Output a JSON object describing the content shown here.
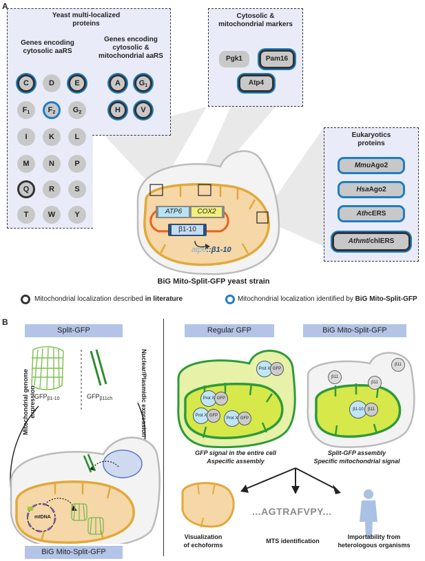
{
  "panel_labels": {
    "a": "A",
    "b": "B"
  },
  "yeast_box": {
    "title_line1": "Yeast multi-localized",
    "title_line2": "proteins",
    "cyto_header_line1": "Genes encoding",
    "cyto_header_line2": "cytosolic aaRS",
    "mito_header_line1": "Genes encoding",
    "mito_header_line2": "cytosolic &",
    "mito_header_line3": "mitochondrial aaRS",
    "cyto_genes": [
      "C",
      "D",
      "E",
      "F",
      "F",
      "G",
      "I",
      "K",
      "L",
      "M",
      "N",
      "P",
      "Q",
      "R",
      "S",
      "T",
      "W",
      "Y"
    ],
    "subscripts": {
      "F1": "1",
      "F2": "2",
      "G2": "2",
      "G1": "1"
    },
    "mito_genes": [
      "A",
      "G",
      "H",
      "V"
    ]
  },
  "markers_box": {
    "title_line1": "Cytosolic &",
    "title_line2": "mitochondrial markers",
    "items": [
      "Pgk1",
      "Pam16",
      "Atp4"
    ]
  },
  "euk_box": {
    "title_line1": "Eukaryotics",
    "title_line2": "proteins",
    "items": [
      {
        "prefix": "Mmu",
        "suffix": "Ago2"
      },
      {
        "prefix": "Hsa",
        "suffix": "Ago2"
      },
      {
        "prefix": "Ath",
        "suffix": "cERS"
      },
      {
        "prefix": "Athmt",
        "suffix": "/chlERS"
      }
    ]
  },
  "strain": {
    "gene1": "ATP6",
    "gene2": "COX2",
    "beta": "β1-10",
    "fusion_prefix": "atp6",
    "fusion_suffix": "::β1-10",
    "caption": "BiG Mito-Split-GFP yeast strain"
  },
  "legend": {
    "lit_text": "Mitochondrial localization described ",
    "lit_bold": "in literature",
    "big_text": "Mitochondrial localization identified by ",
    "big_bold": "BiG Mito-Split-GFP"
  },
  "panel_b_left": {
    "banner_top": "Split-GFP",
    "vertical_left": "Mitochondrial genome expression",
    "vertical_right": "Nuclear/Plasmidic expression",
    "gfp_label_1": "GFP",
    "gfp_sub_1": "β1-10",
    "gfp_label_2": "GFP",
    "gfp_sub_2": "β11ch",
    "mtdna": "mtDNA",
    "banner_bottom": "BiG Mito-Split-GFP"
  },
  "panel_b_right": {
    "banner_regular": "Regular GFP",
    "banner_big": "BiG Mito-Split-GFP",
    "protx": "Prot X",
    "gfp": "GFP",
    "b11": "β11",
    "b110": "β1-10",
    "regular_line1": "GFP signal in the entire cell",
    "regular_line2": "Aspecific assembly",
    "big_line1": "Split-GFP assembly",
    "big_line2": "Specific mitochondrial signal",
    "out1_line1": "Visualization",
    "out1_line2": "of echoforms",
    "mts_seq": "...AGTRAFVPY...",
    "out2": "MTS identification",
    "out3_line1": "Importability from",
    "out3_line2": "heterologous organisms"
  },
  "colors": {
    "literature": "#333333",
    "big": "#1c7ec5",
    "mito": "#e0b23a",
    "banner": "#b3c4e6",
    "green": "#2e9a3a"
  }
}
